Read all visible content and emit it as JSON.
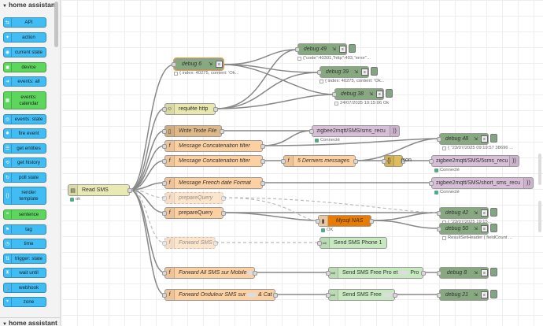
{
  "palette": {
    "header": "home assistant",
    "footer_header": "home assistant",
    "items": [
      {
        "label": "API",
        "icon": "api-icon"
      },
      {
        "label": "action",
        "icon": "action-icon"
      },
      {
        "label": "current state",
        "icon": "current-state-icon"
      },
      {
        "label": "device",
        "icon": "device-icon"
      },
      {
        "label": "events: all",
        "icon": "events-all-icon"
      },
      {
        "label": "events: calendar",
        "icon": "calendar-icon"
      },
      {
        "label": "events: state",
        "icon": "events-state-icon"
      },
      {
        "label": "fire event",
        "icon": "fire-event-icon"
      },
      {
        "label": "get entities",
        "icon": "get-entities-icon"
      },
      {
        "label": "get history",
        "icon": "get-history-icon"
      },
      {
        "label": "poll state",
        "icon": "poll-state-icon"
      },
      {
        "label": "render template",
        "icon": "render-template-icon"
      },
      {
        "label": "sentence",
        "icon": "sentence-icon"
      },
      {
        "label": "tag",
        "icon": "tag-icon"
      },
      {
        "label": "time",
        "icon": "time-icon"
      },
      {
        "label": "trigger: state",
        "icon": "trigger-state-icon"
      },
      {
        "label": "wait until",
        "icon": "wait-until-icon"
      },
      {
        "label": "webhook",
        "icon": "webhook-icon"
      },
      {
        "label": "zone",
        "icon": "zone-icon"
      }
    ]
  },
  "flow": {
    "read_sms": {
      "label": "Read SMS",
      "status": "ok"
    },
    "debug6": {
      "label": "debug 6",
      "status": "{ index: 40275, content: 'Ok..."
    },
    "debug49": {
      "label": "debug 49",
      "status": "{\"code\":40301,\"http\":403,\"error\"..."
    },
    "debug39": {
      "label": "debug 39",
      "status": "{ index: 40275, content: 'Ok..."
    },
    "debug38": {
      "label": "debug 38",
      "status": "24/07/2025 19:15:06 Ok"
    },
    "requete_http": {
      "label": "requête http"
    },
    "write_texte": {
      "label": "Write Texte File"
    },
    "mqtt_sms_recu": {
      "label": "zigbee2mqtt/SMS/sms_recu",
      "status": "Connecté"
    },
    "msg_concat1": {
      "label": "Message Concatenation filter"
    },
    "debug48": {
      "label": "debug 48",
      "status": "{ \"23/07/2025 09:19:57 38696 ..."
    },
    "msg_concat2": {
      "label": "Message Concatenation filter"
    },
    "derniers_messages": {
      "label": "5 Derniers messages"
    },
    "json": {
      "label": "json"
    },
    "mqtt_5sms": {
      "label": "zigbee2mqtt/SMS/5sms_recu",
      "status": "Connecté"
    },
    "msg_french_date": {
      "label": "Message French date Format"
    },
    "mqtt_short": {
      "label": "zigbee2mqtt/SMS/short_sms_recu",
      "status": "Connecté"
    },
    "prepare_query_disabled": {
      "label": "prepareQuery"
    },
    "debug42": {
      "label": "debug 42",
      "status": "{ \"23/07/2025 19:15..."
    },
    "prepare_query": {
      "label": "prepareQuery"
    },
    "mysql_nas": {
      "label": "Mysql NAS",
      "status": "OK"
    },
    "debug50": {
      "label": "debug 50",
      "status": "ResultSetHeader { fieldCount ..."
    },
    "forward_sms": {
      "label": "Forward SMS"
    },
    "send_sms_phone1": {
      "label": "Send SMS Phone 1"
    },
    "fwd_all_mobile": {
      "label": "Forward All SMS sur Mobile"
    },
    "send_free_pro": {
      "label": "Send SMS Free Pro et",
      "label_suffix": "Pro"
    },
    "debug8": {
      "label": "debug 8"
    },
    "fwd_onduleur": {
      "label": "Forward Onduleur SMS sur",
      "label_suffix": "& Cat"
    },
    "send_free": {
      "label": "Send SMS Free"
    },
    "debug21": {
      "label": "debug 21"
    }
  },
  "colors": {
    "debug": "#87a980",
    "function": "#fdd0a2",
    "http": "#e7e7ae",
    "file": "#deb887",
    "mqtt": "#d8bfd8",
    "inject": "#e9e9b3",
    "json": "#debd5c",
    "mysql": "#e97b00",
    "ha_call": "#c0deed",
    "ha_palette": "#41bdf5",
    "link": "#c7e9c0"
  }
}
